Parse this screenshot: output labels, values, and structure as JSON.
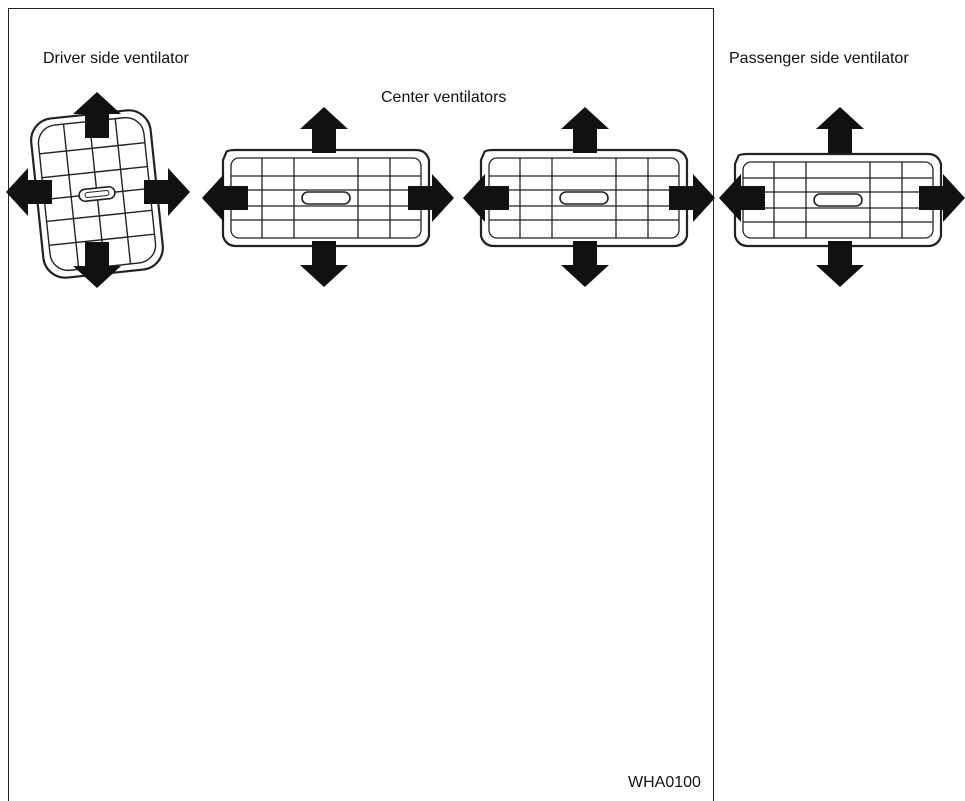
{
  "labels": {
    "driver": "Driver side ventilator",
    "center": "Center ventilators",
    "passenger": "Passenger side ventilator"
  },
  "figure_code": "WHA0100",
  "colors": {
    "line": "#222222",
    "arrow": "#111111",
    "background": "#ffffff"
  }
}
